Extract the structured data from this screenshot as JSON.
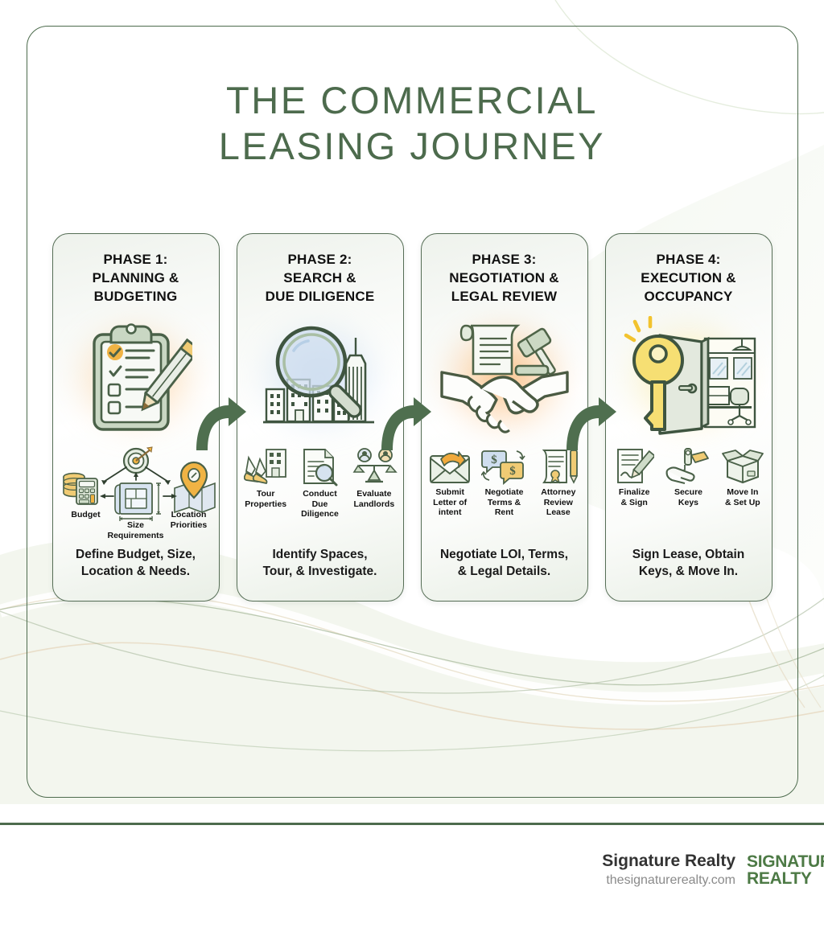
{
  "title": {
    "line1": "THE COMMERCIAL",
    "line2": "LEASING JOURNEY"
  },
  "colors": {
    "title_green": "#4d6b4d",
    "card_border": "#566e56",
    "arrow_green": "#4f6f4f",
    "footer_rule": "#4d6b4d",
    "logo_green": "#4d7a45",
    "accent_gold": "#f0b344",
    "accent_blue": "#9dbde0"
  },
  "phases": [
    {
      "id": "phase-1",
      "title_line1": "PHASE 1:",
      "title_line2": "PLANNING &",
      "title_line3": "BUDGETING",
      "hero_icon": "clipboard-checklist-pencil-icon",
      "hero_glow": "orange",
      "steps": [
        {
          "label_line1": "Budget",
          "label_line2": "",
          "icon": "coins-calculator-icon"
        },
        {
          "label_line1": "Size",
          "label_line2": "Requirements",
          "icon": "floorplan-blueprint-icon"
        },
        {
          "label_line1": "Location",
          "label_line2": "Priorities",
          "icon": "map-pin-icon"
        }
      ],
      "caption_line1": "Define Budget, Size,",
      "caption_line2": "Location & Needs."
    },
    {
      "id": "phase-2",
      "title_line1": "PHASE 2:",
      "title_line2": "SEARCH &",
      "title_line3": "DUE DILIGENCE",
      "hero_icon": "magnifier-over-city-icon",
      "hero_glow": "blue",
      "steps": [
        {
          "label_line1": "Tour",
          "label_line2": "Properties",
          "icon": "walking-feet-building-icon"
        },
        {
          "label_line1": "Conduct",
          "label_line2": "Due",
          "label_line3": "Diligence",
          "icon": "document-magnifier-icon"
        },
        {
          "label_line1": "Evaluate",
          "label_line2": "Landlords",
          "icon": "balance-scale-people-icon"
        }
      ],
      "caption_line1": "Identify Spaces,",
      "caption_line2": "Tour, & Investigate."
    },
    {
      "id": "phase-3",
      "title_line1": "PHASE 3:",
      "title_line2": "NEGOTIATION &",
      "title_line3": "LEGAL REVIEW",
      "hero_icon": "handshake-scroll-gavel-icon",
      "hero_glow": "deep-orange",
      "steps": [
        {
          "label_line1": "Submit",
          "label_line2": "Letter of",
          "label_line3": "intent",
          "icon": "envelope-arrow-icon"
        },
        {
          "label_line1": "Negotiate",
          "label_line2": "Terms &",
          "label_line3": "Rent",
          "icon": "speech-bubbles-dollar-icon"
        },
        {
          "label_line1": "Attorney",
          "label_line2": "Review",
          "label_line3": "Lease",
          "icon": "legal-scroll-pen-icon"
        }
      ],
      "caption_line1": "Negotiate LOI, Terms,",
      "caption_line2": "& Legal Details."
    },
    {
      "id": "phase-4",
      "title_line1": "PHASE 4:",
      "title_line2": "EXECUTION &",
      "title_line3": "OCCUPANCY",
      "hero_icon": "key-open-door-office-icon",
      "hero_glow": "yellow",
      "steps": [
        {
          "label_line1": "Finalize",
          "label_line2": "& Sign",
          "icon": "signed-document-pen-icon"
        },
        {
          "label_line1": "Secure",
          "label_line2": "Keys",
          "icon": "hand-holding-keys-icon"
        },
        {
          "label_line1": "Move In",
          "label_line2": "& Set Up",
          "icon": "moving-box-icon"
        }
      ],
      "caption_line1": "Sign Lease, Obtain",
      "caption_line2": "Keys, & Move In."
    }
  ],
  "arrows": {
    "icon": "curved-arrow-right-icon",
    "count": 3
  },
  "footer": {
    "brand": "Signature Realty",
    "url": "thesignaturerealty.com",
    "logo_line1": "SIGNATURE",
    "logo_line2": "REALTY"
  }
}
